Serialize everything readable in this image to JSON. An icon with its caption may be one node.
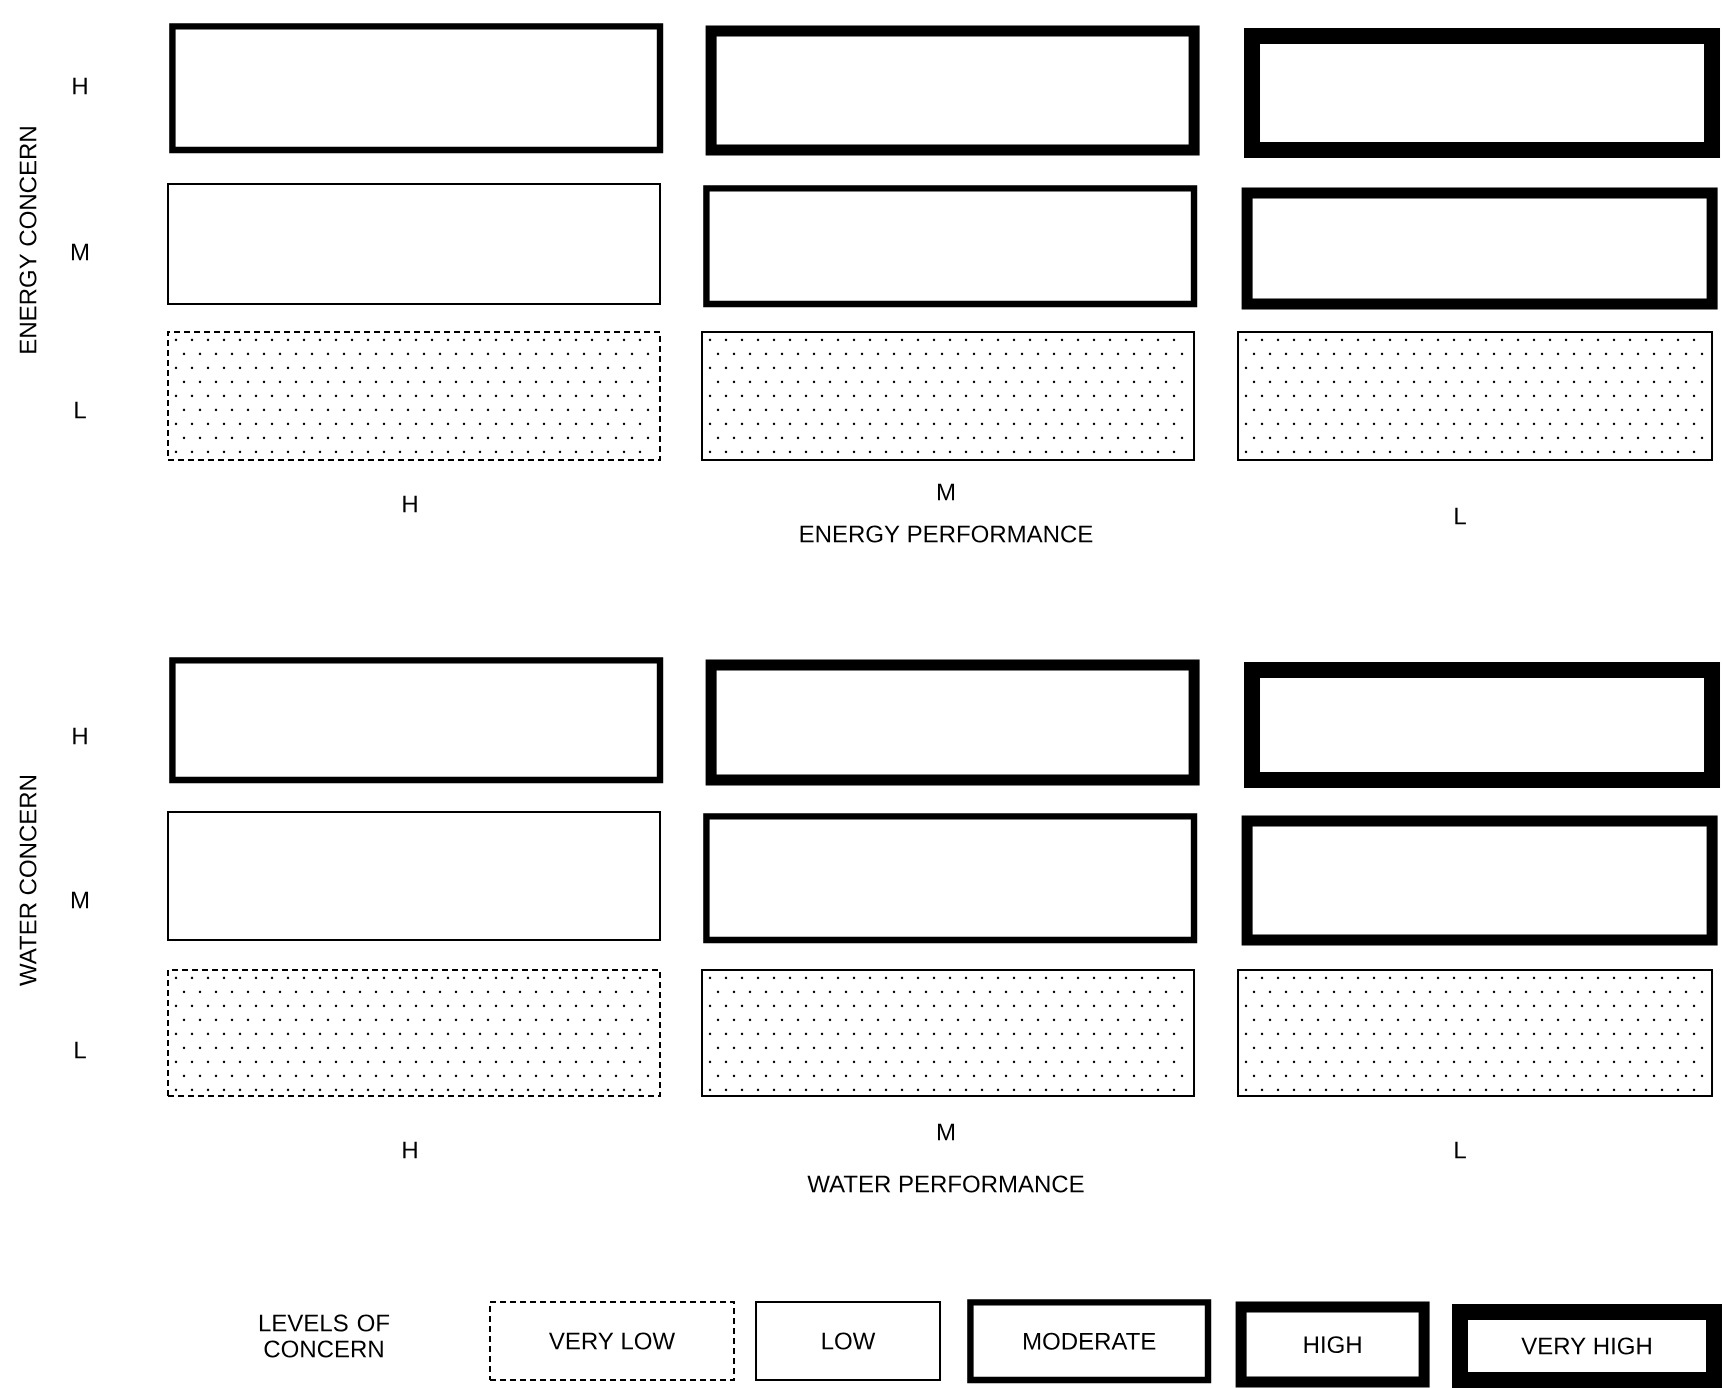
{
  "diagram": {
    "nodes": [
      {
        "text": [],
        "shape": "box"
      },
      {
        "text": [],
        "shape": "box"
      },
      {
        "text": [],
        "shape": "box"
      },
      {
        "text": [],
        "shape": "box"
      },
      {
        "text": [],
        "shape": "box"
      },
      {
        "text": [],
        "shape": "box"
      },
      {
        "text": [],
        "shape": "box"
      },
      {
        "text": [],
        "shape": "box"
      },
      {
        "text": [],
        "shape": "box"
      },
      {
        "text": [],
        "shape": "box"
      },
      {
        "text": [],
        "shape": "box"
      },
      {
        "text": [],
        "shape": "box"
      },
      {
        "text": [],
        "shape": "box"
      },
      {
        "text": [],
        "shape": "box"
      },
      {
        "text": [],
        "shape": "box"
      },
      {
        "text": [],
        "shape": "box"
      },
      {
        "text": [],
        "shape": "box"
      },
      {
        "text": [],
        "shape": "box"
      },
      {
        "text": [
          "VERY LOW"
        ]
      },
      {
        "text": [
          "LOW"
        ]
      },
      {
        "text": [
          "MODERATE"
        ]
      },
      {
        "text": [
          "HIGH"
        ]
      },
      {
        "text": [
          "VERY HIGH"
        ]
      }
    ],
    "labels": [
      "ENERGY CONCERN",
      "H",
      "M",
      "L",
      "H",
      "M",
      "L",
      "ENERGY PERFORMANCE",
      "WATER CONCERN",
      "H",
      "M",
      "L",
      "H",
      "M",
      "L",
      "WATER PERFORMANCE",
      "LEVELS OF CONCERN"
    ]
  }
}
